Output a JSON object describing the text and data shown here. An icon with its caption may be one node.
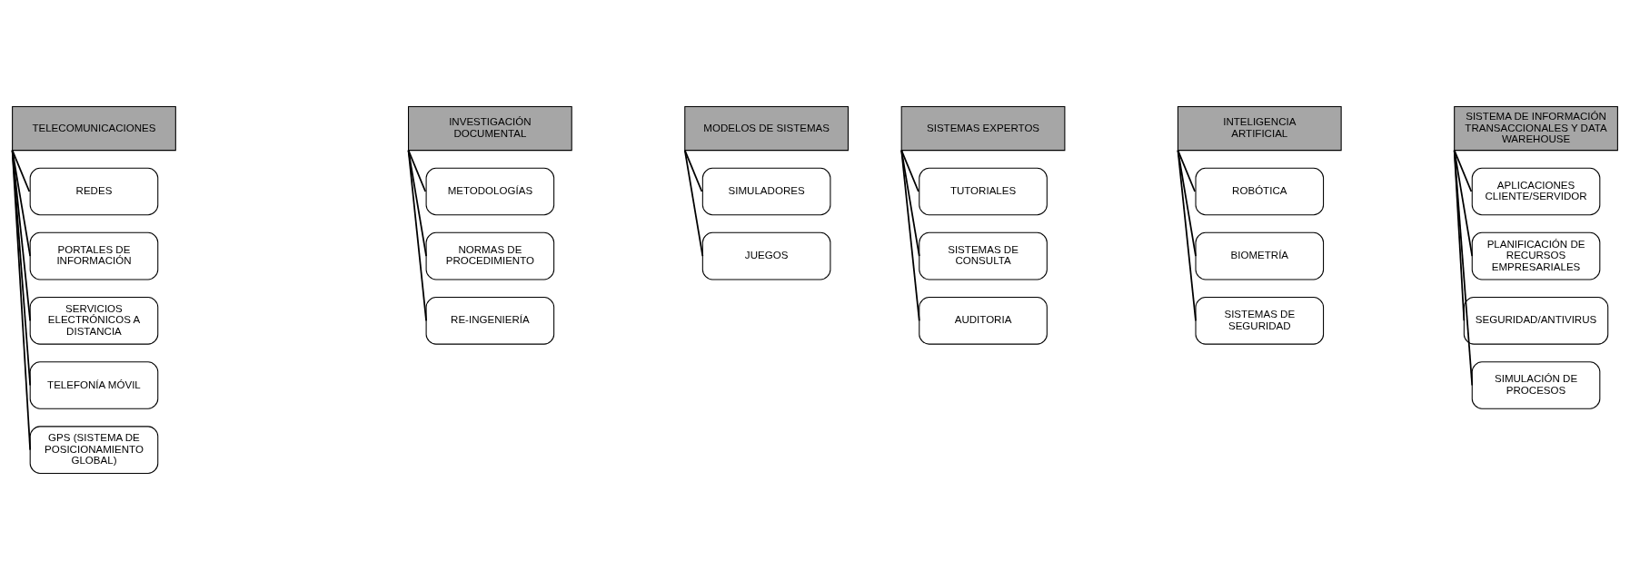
{
  "diagram": {
    "nodes": [
      {
        "text": [
          "TELECOMUNICACIONES"
        ]
      },
      {
        "text": [
          "REDES"
        ]
      },
      {
        "text": [
          "PORTALES DE INFORMACIÓN"
        ]
      },
      {
        "text": [
          "SERVICIOS ELECTRÓNICOS A DISTANCIA"
        ]
      },
      {
        "text": [
          "TELEFONÍA MÓVIL"
        ]
      },
      {
        "text": [
          "GPS (SISTEMA DE POSICIONAMIENTO GLOBAL)"
        ]
      },
      {
        "text": [
          "INVESTIGACIÓN DOCUMENTAL"
        ]
      },
      {
        "text": [
          "METODOLOGÍAS"
        ]
      },
      {
        "text": [
          "NORMAS DE PROCEDIMIENTO"
        ]
      },
      {
        "text": [
          "RE-INGENIERÍA"
        ]
      },
      {
        "text": [
          "MODELOS DE SISTEMAS"
        ]
      },
      {
        "text": [
          "SIMULADORES"
        ]
      },
      {
        "text": [
          "JUEGOS"
        ]
      },
      {
        "text": [
          "SISTEMAS EXPERTOS"
        ]
      },
      {
        "text": [
          "TUTORIALES"
        ]
      },
      {
        "text": [
          "SISTEMAS DE CONSULTA"
        ]
      },
      {
        "text": [
          "AUDITORIA"
        ]
      },
      {
        "text": [
          "INTELIGENCIA ARTIFICIAL"
        ]
      },
      {
        "text": [
          "ROBÓTICA"
        ]
      },
      {
        "text": [
          "BIOMETRÍA"
        ]
      },
      {
        "text": [
          "SISTEMAS DE SEGURIDAD"
        ]
      },
      {
        "text": [
          "SISTEMA DE INFORMACIÓN TRANSACCIONALES Y DATA WAREHOUSE"
        ]
      },
      {
        "text": [
          "APLICACIONES CLIENTE/SERVIDOR"
        ]
      },
      {
        "text": [
          "PLANIFICACIÓN DE RECURSOS EMPRESARIALES"
        ]
      },
      {
        "text": [
          "SEGURIDAD/ANTIVIRUS"
        ]
      },
      {
        "text": [
          "SIMULACIÓN DE PROCESOS"
        ]
      }
    ],
    "edges": [
      {
        "from": 0,
        "to": 1,
        "arrow": "none"
      },
      {
        "from": 0,
        "to": 2,
        "arrow": "none"
      },
      {
        "from": 0,
        "to": 3,
        "arrow": "none"
      },
      {
        "from": 0,
        "to": 4,
        "arrow": "none"
      },
      {
        "from": 0,
        "to": 5,
        "arrow": "none"
      },
      {
        "from": 6,
        "to": 7,
        "arrow": "none"
      },
      {
        "from": 6,
        "to": 8,
        "arrow": "none"
      },
      {
        "from": 6,
        "to": 9,
        "arrow": "none"
      },
      {
        "from": 10,
        "to": 11,
        "arrow": "none"
      },
      {
        "from": 10,
        "to": 12,
        "arrow": "none"
      },
      {
        "from": 13,
        "to": 14,
        "arrow": "none"
      },
      {
        "from": 13,
        "to": 15,
        "arrow": "none"
      },
      {
        "from": 13,
        "to": 16,
        "arrow": "none"
      },
      {
        "from": 17,
        "to": 18,
        "arrow": "none"
      },
      {
        "from": 17,
        "to": 19,
        "arrow": "none"
      },
      {
        "from": 17,
        "to": 20,
        "arrow": "none"
      },
      {
        "from": 21,
        "to": 22,
        "arrow": "none"
      },
      {
        "from": 21,
        "to": 23,
        "arrow": "none"
      },
      {
        "from": 21,
        "to": 24,
        "arrow": "none"
      },
      {
        "from": 21,
        "to": 25,
        "arrow": "none"
      }
    ]
  }
}
